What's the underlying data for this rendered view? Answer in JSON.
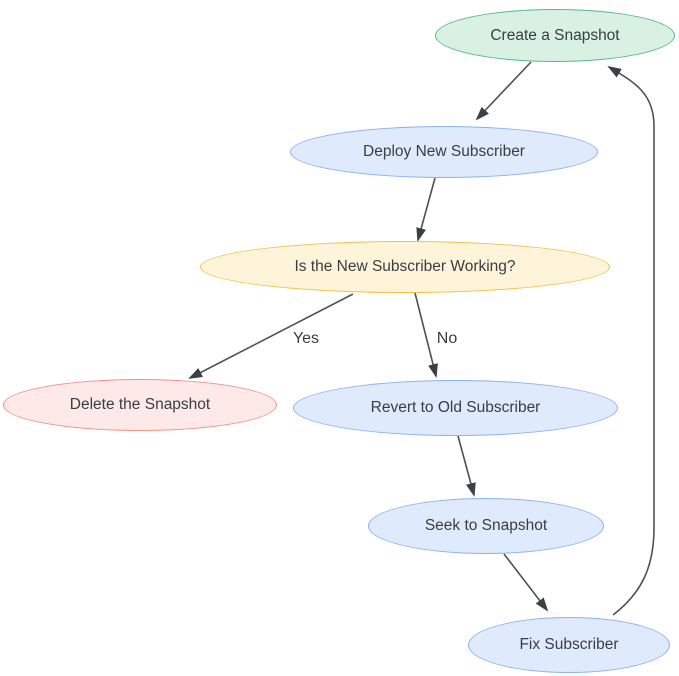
{
  "diagram": {
    "type": "flowchart",
    "background_color": "#ffffff",
    "edge_color": "#4e5257",
    "arrowhead_color": "#3c4043",
    "text_color": "#3a3d41",
    "nodes": {
      "create_snapshot": {
        "label": "Create a Snapshot",
        "shape": "ellipse",
        "fill": "#d9f1e3",
        "border": "#58b88c"
      },
      "deploy_new_subscriber": {
        "label": "Deploy New Subscriber",
        "shape": "ellipse",
        "fill": "#dfeafc",
        "border": "#8bb2f2"
      },
      "is_new_subscriber_working": {
        "label": "Is the New Subscriber Working?",
        "shape": "ellipse",
        "fill": "#fdf4da",
        "border": "#f0c24b"
      },
      "delete_the_snapshot": {
        "label": "Delete the Snapshot",
        "shape": "ellipse",
        "fill": "#fce9e8",
        "border": "#f0958b"
      },
      "revert_to_old_subscriber": {
        "label": "Revert to Old Subscriber",
        "shape": "ellipse",
        "fill": "#dfeafc",
        "border": "#8bb2f2"
      },
      "seek_to_snapshot": {
        "label": "Seek to Snapshot",
        "shape": "ellipse",
        "fill": "#dfeafc",
        "border": "#8bb2f2"
      },
      "fix_subscriber": {
        "label": "Fix Subscriber",
        "shape": "ellipse",
        "fill": "#dfeafc",
        "border": "#8bb2f2"
      }
    },
    "edges": [
      {
        "from": "create_snapshot",
        "to": "deploy_new_subscriber",
        "label": ""
      },
      {
        "from": "deploy_new_subscriber",
        "to": "is_new_subscriber_working",
        "label": ""
      },
      {
        "from": "is_new_subscriber_working",
        "to": "delete_the_snapshot",
        "label": "Yes"
      },
      {
        "from": "is_new_subscriber_working",
        "to": "revert_to_old_subscriber",
        "label": "No"
      },
      {
        "from": "revert_to_old_subscriber",
        "to": "seek_to_snapshot",
        "label": ""
      },
      {
        "from": "seek_to_snapshot",
        "to": "fix_subscriber",
        "label": ""
      },
      {
        "from": "fix_subscriber",
        "to": "create_snapshot",
        "label": ""
      }
    ],
    "edge_labels": {
      "yes": "Yes",
      "no": "No"
    }
  }
}
